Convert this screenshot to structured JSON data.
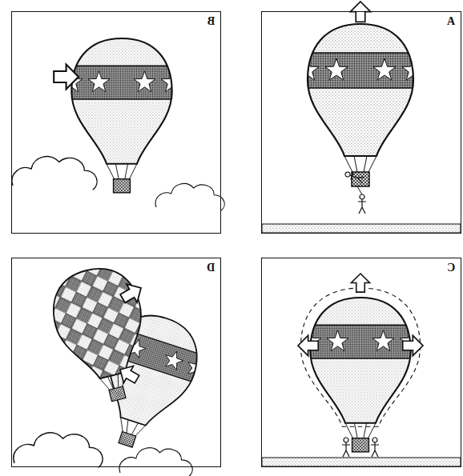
{
  "diagram": {
    "nodes": [
      {
        "text": [
          "B"
        ]
      },
      {
        "text": [
          "A"
        ]
      },
      {
        "text": [
          "D"
        ]
      },
      {
        "text": [
          "C"
        ]
      }
    ]
  }
}
